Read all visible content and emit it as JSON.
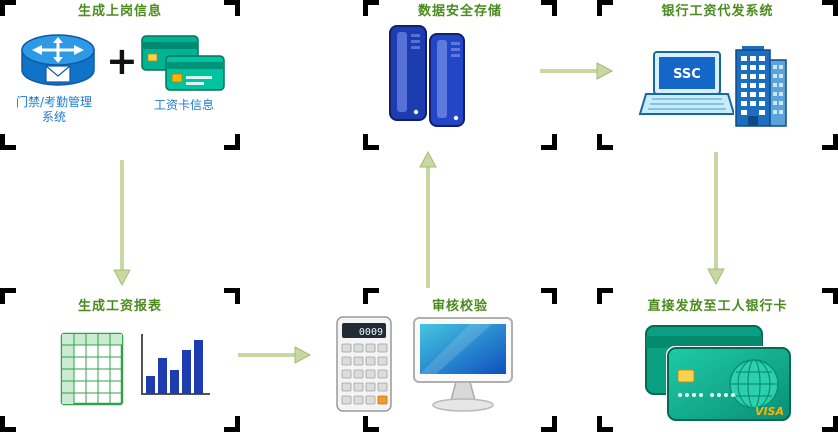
{
  "titles": {
    "t1": "生成上岗信息",
    "t2": "数据安全存储",
    "t3": "银行工资代发系统",
    "t4": "生成工资报表",
    "t5": "审核校验",
    "t6": "直接发放至工人银行卡"
  },
  "labels": {
    "attendance_system": "门禁/考勤管理系统",
    "salary_card_info": "工资卡信息",
    "plus": "+",
    "laptop_screen": "SSC",
    "calculator_display": "0009",
    "card_brand": "VISA"
  },
  "colors": {
    "title_green": "#4a8b1e",
    "label_blue": "#1d7ad4",
    "arrow_green": "#c9d8a2",
    "card_teal": "#00ab8e",
    "device_blue": "#1c3cb0",
    "mark_black": "#000000"
  }
}
